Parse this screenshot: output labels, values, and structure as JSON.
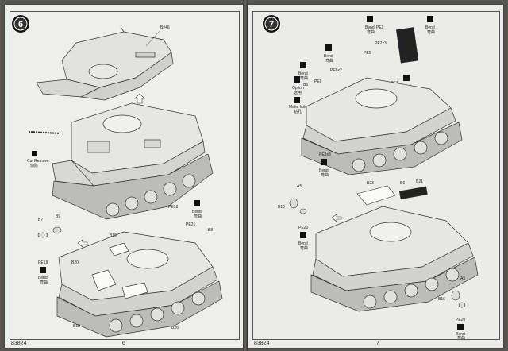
{
  "left_page": {
    "step_number": "6",
    "page_number": "6",
    "kit_number": "83824",
    "labels": {
      "hull_top": "B#46",
      "cut_remove_en": "Cut Remove",
      "cut_remove_zh": "切除",
      "pe18": "PE18",
      "pe21": "PE21",
      "b8": "B8",
      "b7": "B7",
      "b9": "B9",
      "b19": "B19",
      "b26": "B26",
      "b20": "B20",
      "b18": "B18",
      "bend_1_en": "Bend",
      "bend_1_zh": "弯曲",
      "pe19": "PE19",
      "bend_2_en": "Bend",
      "bend_2_zh": "弯曲"
    }
  },
  "right_page": {
    "step_number": "7",
    "page_number": "7",
    "kit_number": "83824",
    "labels": {
      "bend_top1_en": "Bend",
      "bend_top1_zh": "弯曲",
      "pe2": "PE2",
      "bend_top2_en": "Bend",
      "bend_top2_zh": "弯曲",
      "pe7x3": "PE7x3",
      "pe5": "PE5",
      "bend_a_en": "Bend",
      "bend_a_zh": "弯曲",
      "pe6x2": "PE6x2",
      "bend_b_en": "Bend",
      "bend_b_zh": "弯曲",
      "pe9": "PE9",
      "b5": "B5",
      "option_en": "Option",
      "option_zh": "选用",
      "make_hole_en": "Make hole",
      "make_hole_zh": "钻孔",
      "pe4": "PE4",
      "bend_c_en": "Bend",
      "bend_c_zh": "弯曲",
      "pe3x3": "PE3x3",
      "bend_d_en": "Bend",
      "bend_d_zh": "弯曲",
      "b23": "B23",
      "b6": "B6",
      "b21": "B21",
      "a5": "A5",
      "b10": "B10",
      "pe20": "PE20",
      "bend_e_en": "Bend",
      "bend_e_zh": "弯曲",
      "a5b": "A5",
      "b16": "B16",
      "pe20b": "PE20",
      "bend_f_en": "Bend",
      "bend_f_zh": "弯曲"
    }
  }
}
